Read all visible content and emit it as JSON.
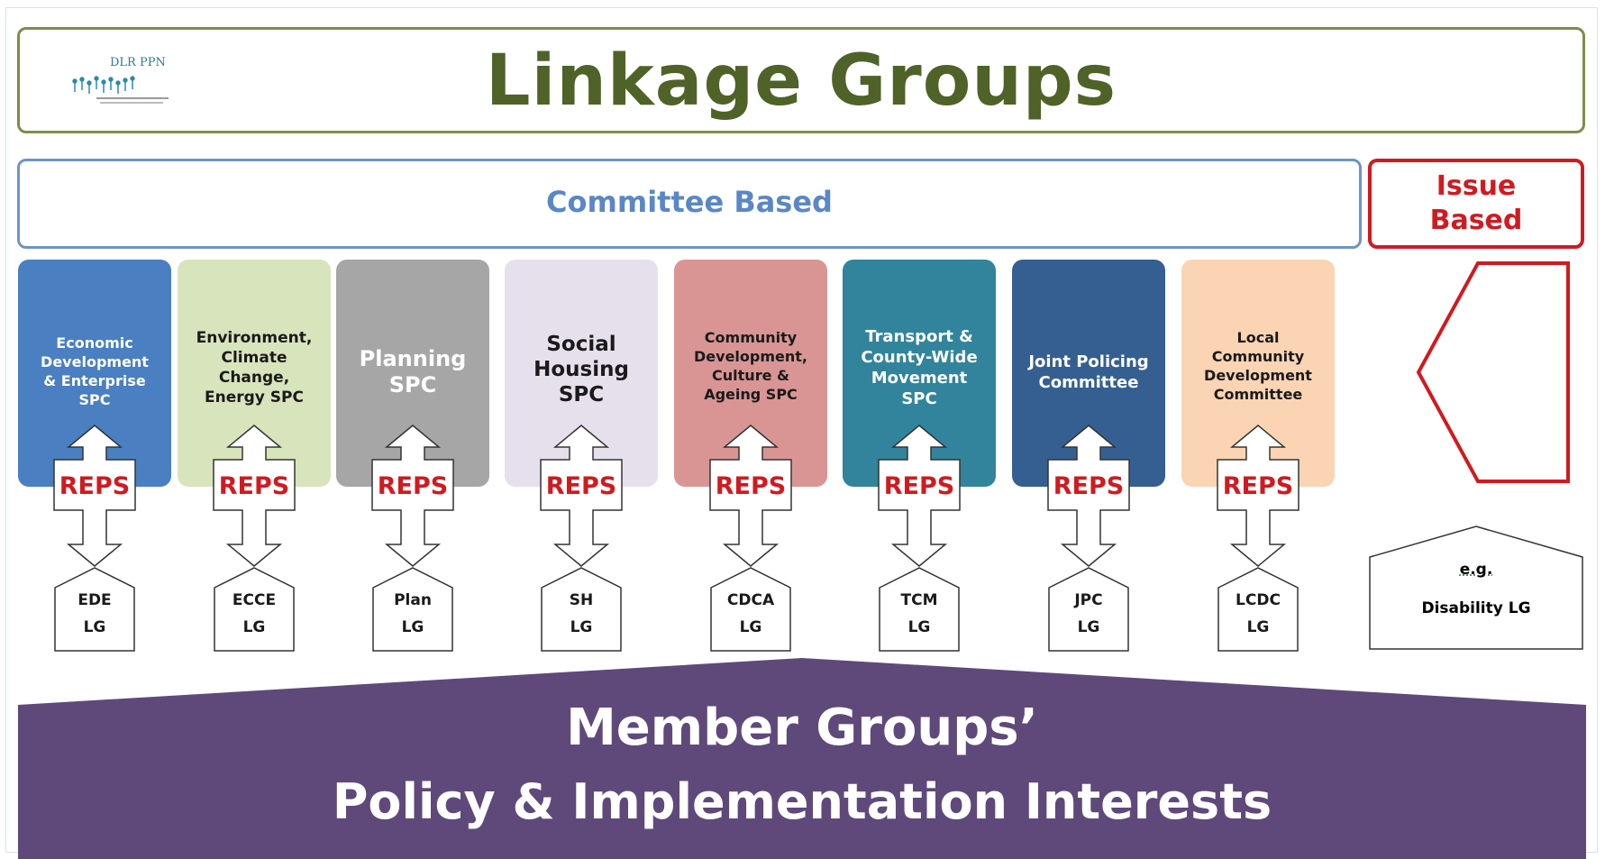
{
  "title": "Linkage Groups",
  "logo": {
    "text": "DLR PPN"
  },
  "committee_based": "Committee Based",
  "issue_based": "Issue\nBased",
  "reps_label": "REPS",
  "committees": [
    {
      "name": "Economic\nDevelopment\n& Enterprise\nSPC",
      "lg": "EDE\nLG",
      "color": "#4a7fc1",
      "text_color": "#ffffff"
    },
    {
      "name": "Environment,\nClimate\nChange,\nEnergy SPC",
      "lg": "ECCE\nLG",
      "color": "#d8e4bc",
      "text_color": "#1a1a1a"
    },
    {
      "name": "Planning\nSPC",
      "lg": "Plan\nLG",
      "color": "#a6a6a6",
      "text_color": "#ffffff"
    },
    {
      "name": "Social\nHousing\nSPC",
      "lg": "SH\nLG",
      "color": "#e6e0ec",
      "text_color": "#1a1a1a"
    },
    {
      "name": "Community\nDevelopment,\nCulture &\nAgeing SPC",
      "lg": "CDCA\nLG",
      "color": "#d99594",
      "text_color": "#1a1a1a"
    },
    {
      "name": "Transport &\nCounty-Wide\nMovement\nSPC",
      "lg": "TCM\nLG",
      "color": "#31849b",
      "text_color": "#ffffff"
    },
    {
      "name": "Joint Policing\nCommittee",
      "lg": "JPC\nLG",
      "color": "#365f91",
      "text_color": "#ffffff"
    },
    {
      "name": "Local\nCommunity\nDevelopment\nCommittee",
      "lg": "LCDC\nLG",
      "color": "#fbd4b4",
      "text_color": "#1a1a1a"
    }
  ],
  "issue_group": {
    "eg": "e.g.",
    "name": "Disability LG"
  },
  "member_groups": {
    "line1": "Member Groups’",
    "line2": "Policy & Implementation Interests",
    "color": "#5f497a"
  },
  "colors": {
    "reps_red": "#d11a1f",
    "title_green": "#4f6228",
    "committee_blue": "#5a87c6"
  }
}
